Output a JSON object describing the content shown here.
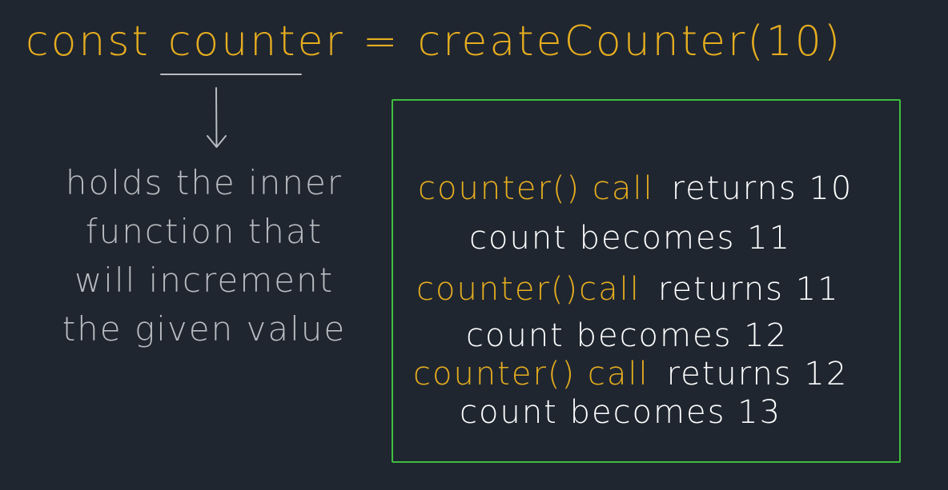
{
  "colors": {
    "background": "#1f2630",
    "code": "#e6ad1f",
    "note": "#b9bcc1",
    "box_border": "#3fbf3f",
    "result": "#ffffff",
    "underline": "#b9bcc1"
  },
  "headline": {
    "keyword": "const",
    "variable": "counter",
    "operator": "=",
    "call": "createCounter(10)"
  },
  "note": {
    "lines": [
      "holds the inner",
      "function that",
      "will increment",
      "the given value"
    ]
  },
  "box": {
    "steps": [
      {
        "call": "counter() call",
        "result": "returns 10",
        "effect": "count becomes 11"
      },
      {
        "call": "counter()call",
        "result": "returns 11",
        "effect": "count becomes 12"
      },
      {
        "call": "counter() call",
        "result": "returns 12",
        "effect": "count becomes 13"
      }
    ]
  }
}
